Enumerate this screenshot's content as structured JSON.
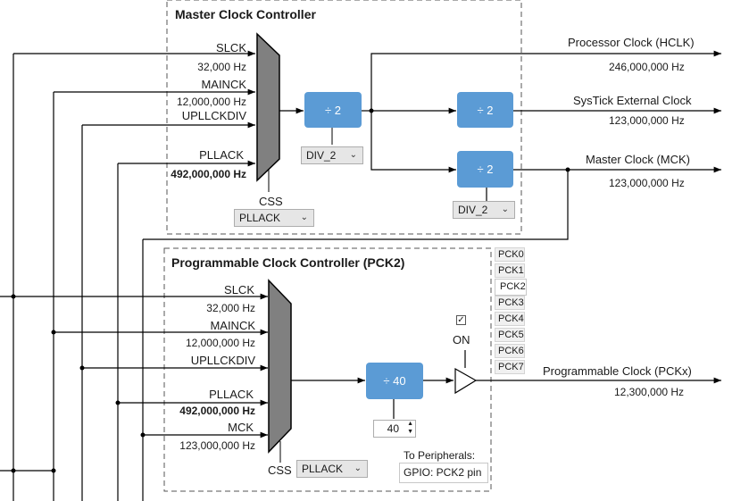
{
  "master": {
    "title": "Master Clock Controller",
    "inputs": [
      {
        "name": "SLCK",
        "freq": "32,000 Hz"
      },
      {
        "name": "MAINCK",
        "freq": "12,000,000 Hz"
      },
      {
        "name": "UPLLCKDIV",
        "freq": ""
      },
      {
        "name": "PLLACK",
        "freq": "492,000,000 Hz"
      }
    ],
    "css_label": "CSS",
    "css_select": "PLLACK",
    "prescaler_label": "÷ 2",
    "prescaler_select": "DIV_2",
    "systick_div_label": "÷   2",
    "mck_div_label": "÷   2",
    "mck_div_select": "DIV_2",
    "outputs": [
      {
        "name": "Processor Clock (HCLK)",
        "freq": "246,000,000 Hz"
      },
      {
        "name": "SysTick External Clock",
        "freq": "123,000,000 Hz"
      },
      {
        "name": "Master Clock (MCK)",
        "freq": "123,000,000 Hz"
      }
    ]
  },
  "pck": {
    "title": "Programmable Clock Controller (PCK2)",
    "inputs": [
      {
        "name": "SLCK",
        "freq": "32,000 Hz"
      },
      {
        "name": "MAINCK",
        "freq": "12,000,000 Hz"
      },
      {
        "name": "UPLLCKDIV",
        "freq": ""
      },
      {
        "name": "PLLACK",
        "freq": "492,000,000 Hz"
      },
      {
        "name": "MCK",
        "freq": "123,000,000 Hz"
      }
    ],
    "css_label": "CSS",
    "css_select": "PLLACK",
    "divider_label": "÷   40",
    "divider_value": "40",
    "on_checked": true,
    "on_label": "ON",
    "tabs": [
      "PCK0",
      "PCK1",
      "PCK2",
      "PCK3",
      "PCK4",
      "PCK5",
      "PCK6",
      "PCK7"
    ],
    "active_tab": "PCK2",
    "output": {
      "name": "Programmable Clock (PCKx)",
      "freq": "12,300,000 Hz"
    },
    "peripherals_label": "To Peripherals:",
    "peripherals_value": "GPIO: PCK2 pin"
  },
  "colors": {
    "divider": "#5b9bd5",
    "mux": "#808080",
    "wire": "#000000"
  }
}
